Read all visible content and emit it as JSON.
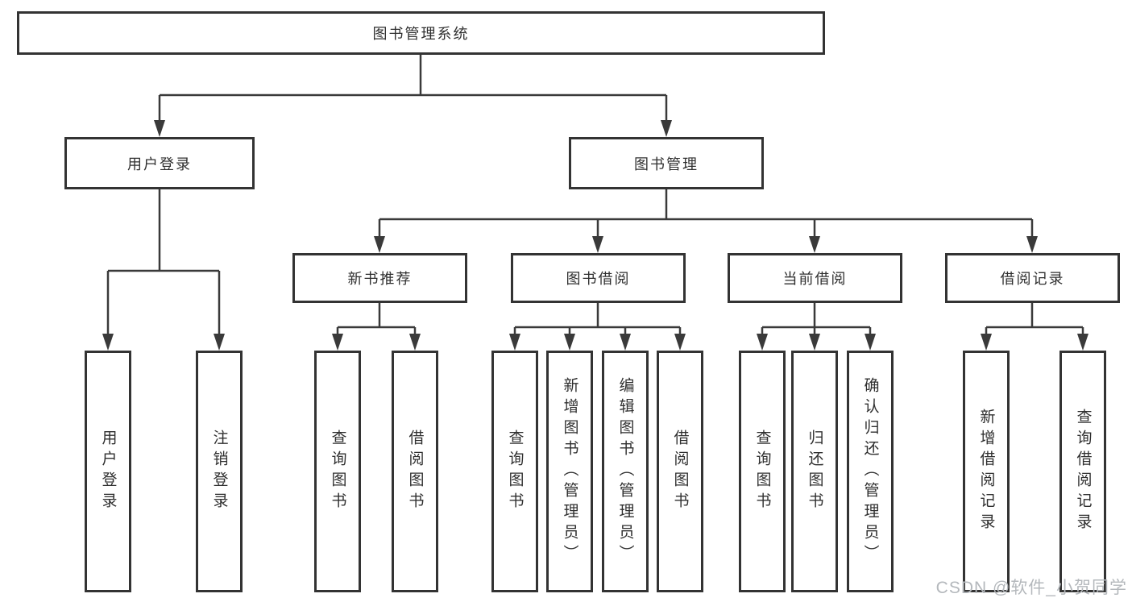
{
  "tree": {
    "label": "图书管理系统",
    "children": [
      {
        "label": "用户登录",
        "children": [
          {
            "label": "用户登录"
          },
          {
            "label": "注销登录"
          }
        ]
      },
      {
        "label": "图书管理",
        "children": [
          {
            "label": "新书推荐",
            "children": [
              {
                "label": "查询图书"
              },
              {
                "label": "借阅图书"
              }
            ]
          },
          {
            "label": "图书借阅",
            "children": [
              {
                "label": "查询图书"
              },
              {
                "label": "新增图书（管理员）"
              },
              {
                "label": "编辑图书（管理员）"
              },
              {
                "label": "借阅图书"
              }
            ]
          },
          {
            "label": "当前借阅",
            "children": [
              {
                "label": "查询图书"
              },
              {
                "label": "归还图书"
              },
              {
                "label": "确认归还（管理员）"
              }
            ]
          },
          {
            "label": "借阅记录",
            "children": [
              {
                "label": "新增借阅记录"
              },
              {
                "label": "查询借阅记录"
              }
            ]
          }
        ]
      }
    ]
  },
  "watermark": {
    "text": "CSDN @软件_小贺同学"
  },
  "colors": {
    "line": "#3a3a3a",
    "border": "#333333",
    "fill": "#ffffff",
    "text": "#2f2f2f",
    "watermark": "#b4b8bc"
  }
}
